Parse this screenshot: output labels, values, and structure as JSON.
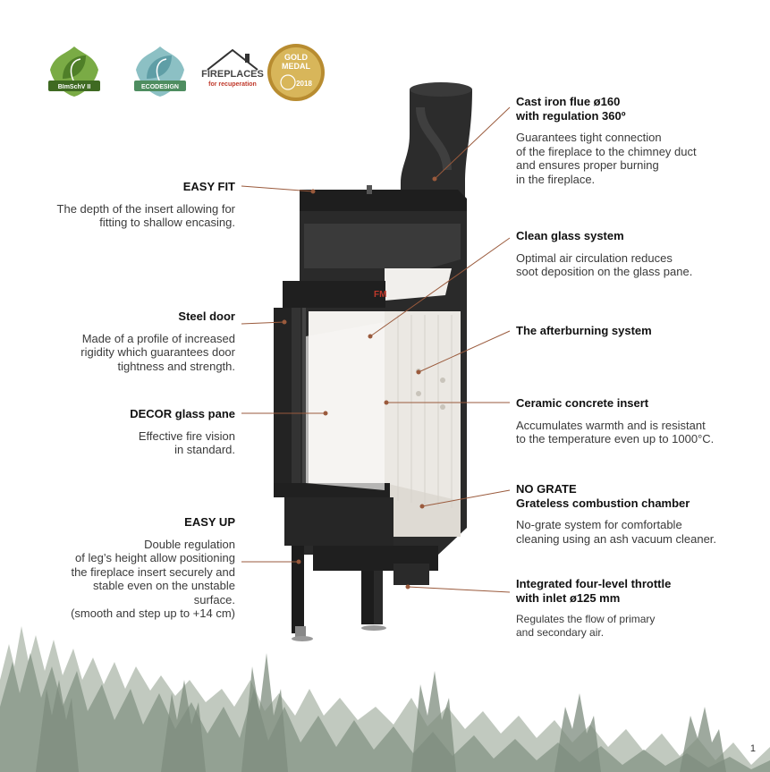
{
  "badges": {
    "bimschv": "BImSchV II",
    "ecodesign": "ECODESIGN",
    "fireplaces_title": "FIREPLACES",
    "fireplaces_sub": "for recuperation",
    "gold_line1": "GOLD",
    "gold_line2": "MEDAL",
    "gold_year": "2018"
  },
  "door_logo": "FM",
  "features_left": {
    "easy_fit": {
      "heading": "EASY FIT",
      "text": "The depth of the insert allowing for\nfitting to shallow encasing."
    },
    "steel_door": {
      "heading": "Steel door",
      "text": "Made of a profile of increased\nrigidity which guarantees door\ntightness and strength."
    },
    "decor_glass": {
      "heading": "DECOR glass pane",
      "text": "Effective fire vision\nin standard."
    },
    "easy_up": {
      "heading": "EASY UP",
      "text": "Double regulation\nof leg’s height allow positioning\nthe fireplace insert securely and\nstable even on the unstable\nsurface.\n(smooth and step up to +14 cm)"
    }
  },
  "features_right": {
    "cast_iron": {
      "heading": "Cast iron flue ø160\nwith regulation 360º",
      "text": "Guarantees tight connection\nof the fireplace to the chimney duct\nand ensures proper burning\nin the fireplace."
    },
    "clean_glass": {
      "heading": "Clean glass system",
      "text": "Optimal air circulation reduces\nsoot deposition on the glass pane."
    },
    "afterburning": {
      "heading": "The afterburning system",
      "text": ""
    },
    "ceramic": {
      "heading": "Ceramic concrete insert",
      "text": "Accumulates warmth and is resistant\nto the temperature even up to 1000°C."
    },
    "no_grate": {
      "heading": "NO GRATE\nGrateless combustion chamber",
      "text": "No-grate system for comfortable\ncleaning using an ash vacuum cleaner."
    },
    "throttle": {
      "heading": "Integrated four-level throttle\nwith inlet ø125 mm",
      "text": "Regulates the flow of primary\nand secondary air."
    }
  },
  "page_number": "1",
  "colors": {
    "leader": "#9a5a3c",
    "badge_green": "#6a9a3a",
    "badge_teal": "#6aa6b0",
    "gold": "#c9a44a",
    "forest": "#9aa89a",
    "stove_dark": "#262626",
    "ceramic": "#e9e6e1"
  }
}
